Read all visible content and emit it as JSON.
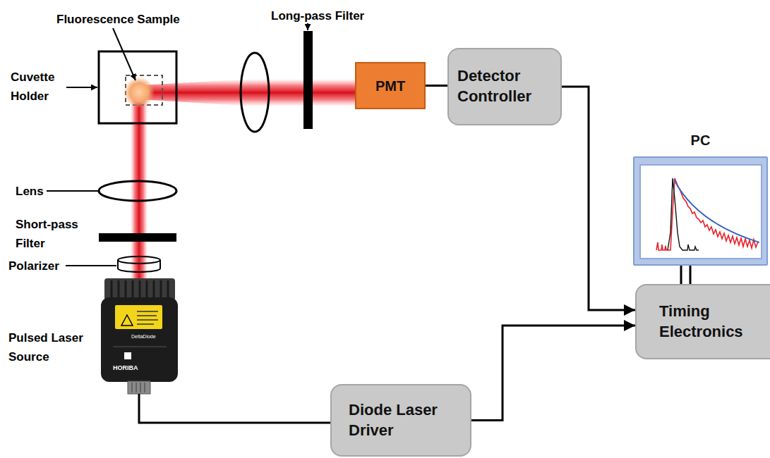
{
  "diagram": {
    "nodes": [
      {
        "text": [
          "PMT"
        ]
      },
      {
        "text": [
          "Detector Controller"
        ]
      },
      {
        "text": [
          "PC"
        ]
      },
      {
        "text": [
          "Timing Electronics"
        ]
      },
      {
        "text": [
          "Diode Laser Driver"
        ]
      }
    ],
    "edges": [
      {
        "from": 0,
        "to": 1,
        "arrow": "none"
      },
      {
        "from": 1,
        "to": 3,
        "arrow": "to"
      },
      {
        "from": 4,
        "to": 3,
        "arrow": "to"
      },
      {
        "from": 2,
        "to": 3,
        "arrow": "none"
      }
    ],
    "labels": [
      "Fluorescence Sample",
      "Long-pass Filter",
      "Cuvette Holder",
      "Lens",
      "Short-pass Filter",
      "Polarizer",
      "Pulsed Laser Source",
      "DeltaDiode",
      "HORIBA"
    ]
  }
}
